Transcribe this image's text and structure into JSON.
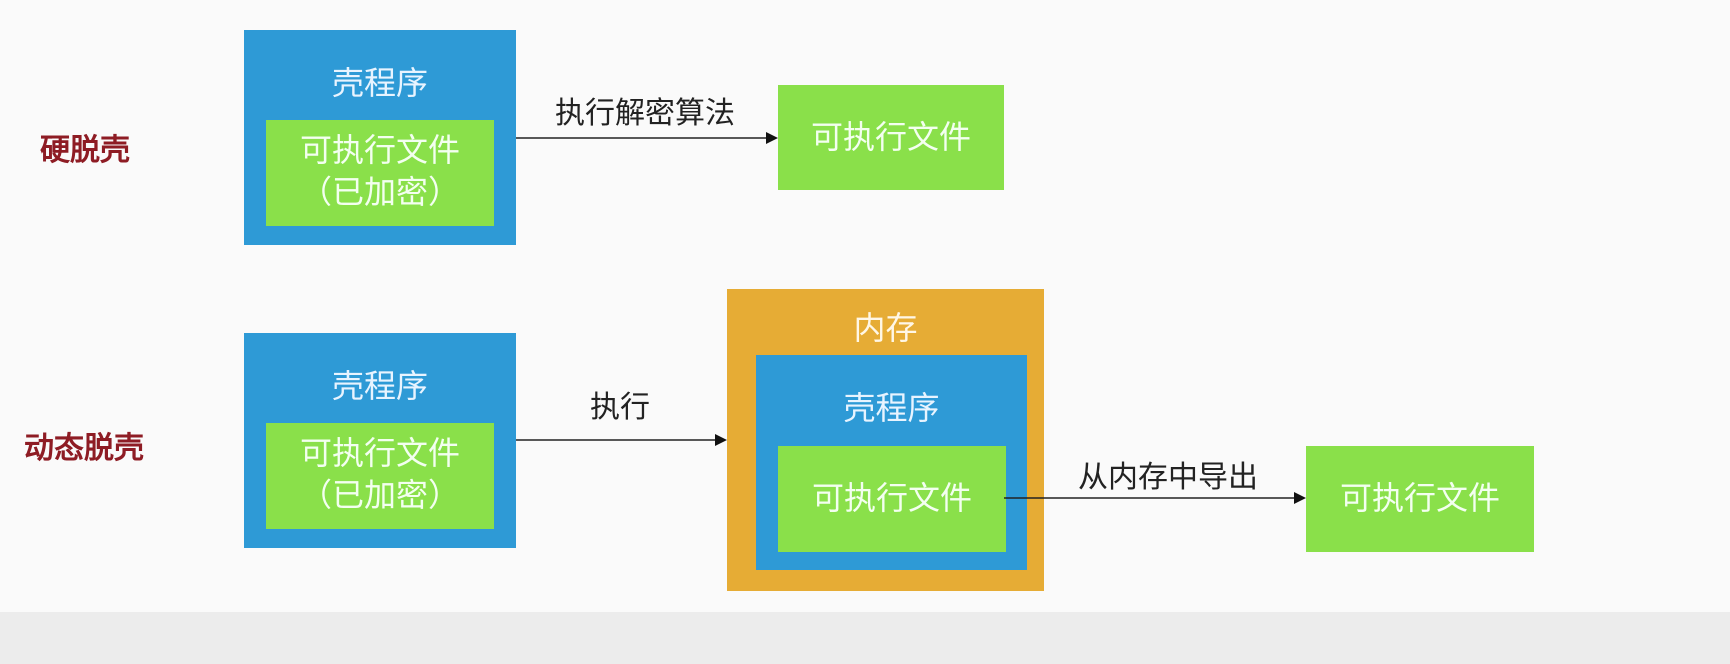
{
  "rows": {
    "hard": {
      "label": "硬脱壳"
    },
    "dynamic": {
      "label": "动态脱壳"
    }
  },
  "hard_unpack": {
    "shell_box": {
      "title": "壳程序",
      "inner_line1": "可执行文件",
      "inner_line2": "（已加密）"
    },
    "arrow_label": "执行解密算法",
    "result_box": {
      "label": "可执行文件"
    }
  },
  "dynamic_unpack": {
    "shell_box": {
      "title": "壳程序",
      "inner_line1": "可执行文件",
      "inner_line2": "（已加密）"
    },
    "arrow_label": "执行",
    "memory_box": {
      "title": "内存",
      "shell_title": "壳程序",
      "inner_label": "可执行文件"
    },
    "export_label": "从内存中导出",
    "result_box": {
      "label": "可执行文件"
    }
  },
  "colors": {
    "shell_blue": "#2e9ad6",
    "file_green": "#8ae04a",
    "memory_orange": "#e6ac35",
    "label_red": "#8e1c24"
  }
}
